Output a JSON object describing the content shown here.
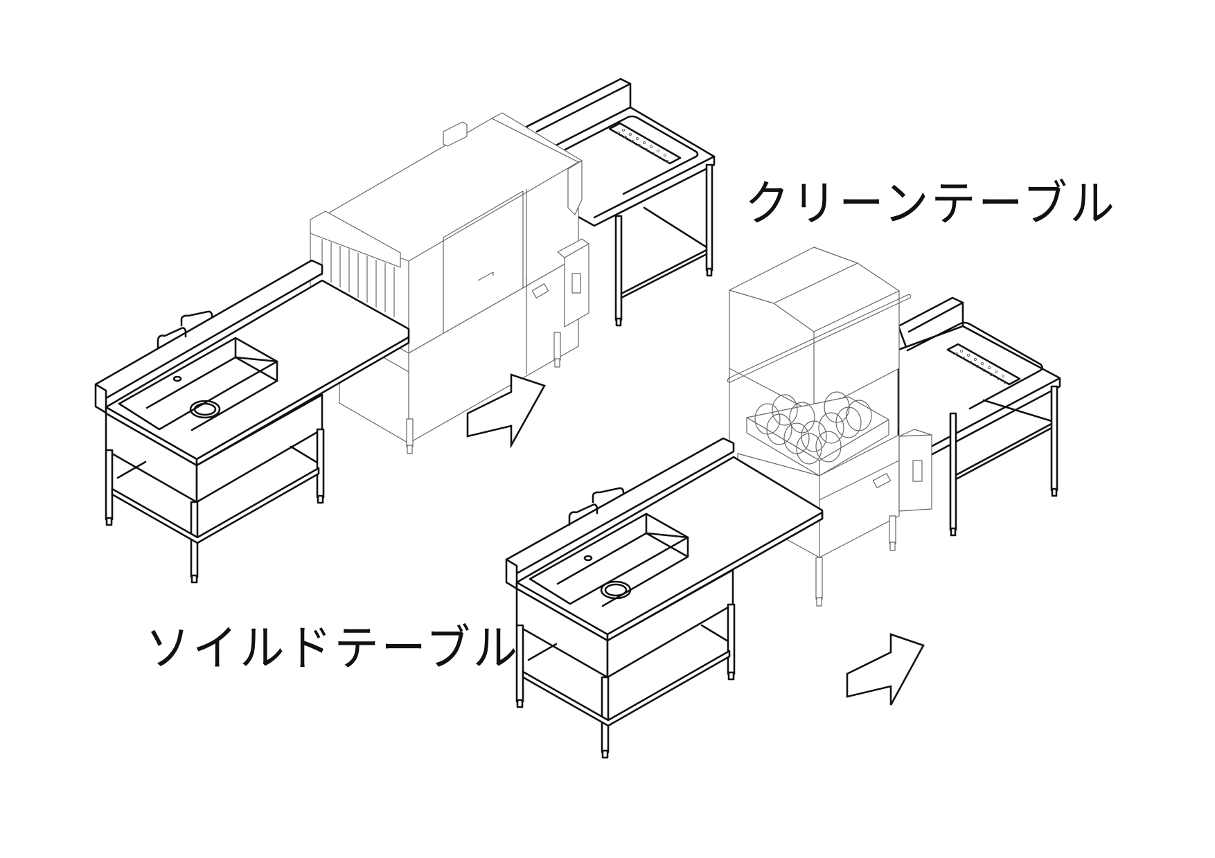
{
  "diagram": {
    "type": "isometric-equipment-layout",
    "subject": "commercial dishwashing line",
    "layouts": [
      {
        "id": "conveyor-type",
        "machine": "rack conveyor dishwasher",
        "flow_direction": "left-to-right",
        "components": [
          "soiled table with sink",
          "conveyor dishwasher",
          "control box",
          "clean table with perforated drain"
        ]
      },
      {
        "id": "door-type",
        "machine": "door-type (hood) dishwasher",
        "flow_direction": "left-to-right",
        "components": [
          "soiled table with sink",
          "door-type dishwasher with dish rack",
          "control box",
          "clean table with perforated drain"
        ]
      }
    ]
  },
  "labels": {
    "clean_table": "クリーンテーブル",
    "soiled_table": "ソイルドテーブル"
  },
  "colors": {
    "line_bold": "#111111",
    "line_thin": "#666666",
    "background": "#ffffff"
  }
}
